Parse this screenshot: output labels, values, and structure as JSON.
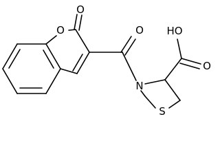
{
  "structure": {
    "atoms": {
      "ring_oxygen": "O",
      "lactone_carbonyl_oxygen": "O",
      "amide_carbonyl_oxygen": "O",
      "ring_nitrogen": "N",
      "ring_sulfur": "S",
      "carboxylic_acid_hydroxyl": "HO",
      "carboxylic_acid_carbonyl_oxygen": "O"
    }
  }
}
